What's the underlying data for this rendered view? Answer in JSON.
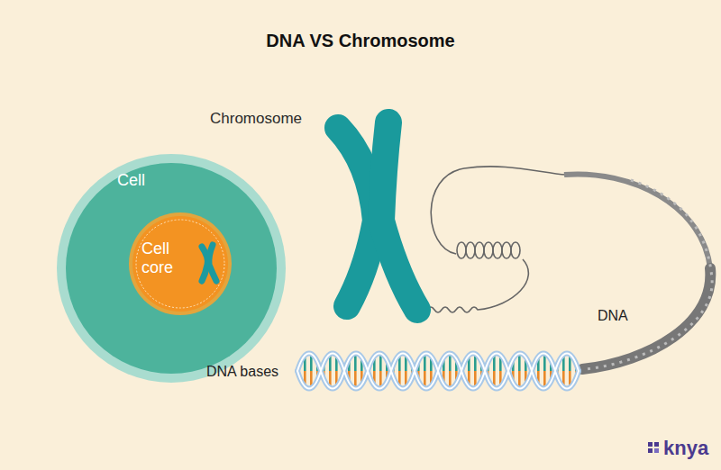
{
  "diagram": {
    "title": "DNA VS Chromosome",
    "nodes": [
      {
        "text": [
          "Cell"
        ]
      },
      {
        "text": [
          "Cell core"
        ],
        "in": 0
      },
      {
        "text": [
          "Chromosome"
        ]
      }
    ],
    "labels": [
      "DNA",
      "DNA bases",
      "knya"
    ]
  }
}
